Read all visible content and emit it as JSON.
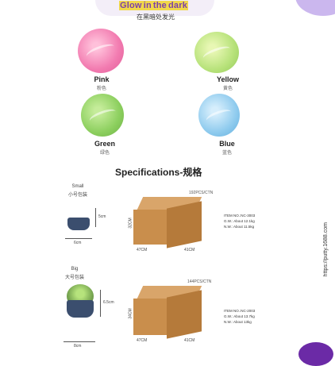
{
  "banner": {
    "title_a": "Glow",
    "title_b": "in",
    "title_c": "the",
    "title_d": "dark",
    "subtitle": "在黑暗处发光"
  },
  "colors": {
    "pink": {
      "label": "Pink",
      "label_cn": "粉色"
    },
    "yellow": {
      "label": "Yellow",
      "label_cn": "黄色"
    },
    "green": {
      "label": "Green",
      "label_cn": "绿色"
    },
    "blue": {
      "label": "Blue",
      "label_cn": "蓝色"
    }
  },
  "spec_title": "Specifications-规格",
  "small": {
    "label": "Small",
    "label_cn": "小号包装",
    "width_dim": "6cm",
    "height_dim": "5cm",
    "box_count": "192PCS/CTN",
    "box_dim_h": "32CM",
    "box_dim_w": "47CM",
    "box_dim_d": "41CM",
    "item_no": "ITEM NO.:NC-3003",
    "gw": "G.W.: About 12.1kg",
    "nw": "N.W.: About 11.5kg"
  },
  "big": {
    "label": "Big",
    "label_cn": "大号包装",
    "width_dim": "8cm",
    "height_dim": "6.5cm",
    "box_count": "144PCS/CTN",
    "box_dim_h": "34CM",
    "box_dim_w": "47CM",
    "box_dim_d": "41CM",
    "item_no": "ITEM NO.:NC-2003",
    "gw": "G.W.: About 13.7kg",
    "nw": "N.W.: About 13kg"
  },
  "side_url": "https://putty.1688.com"
}
